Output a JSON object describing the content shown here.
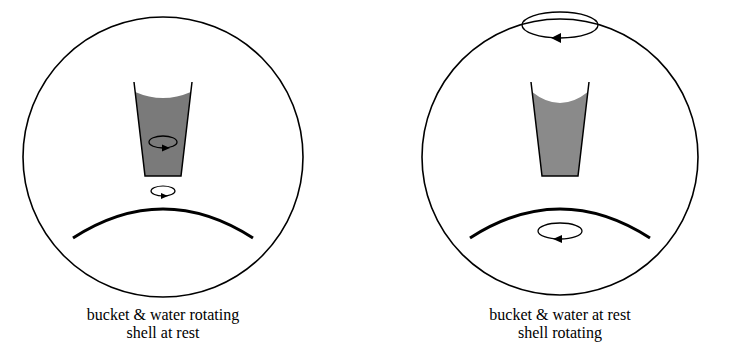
{
  "diagram": {
    "labels": [
      "bucket & water rotating",
      "shell at rest",
      "bucket & water at rest",
      "shell rotating"
    ]
  }
}
